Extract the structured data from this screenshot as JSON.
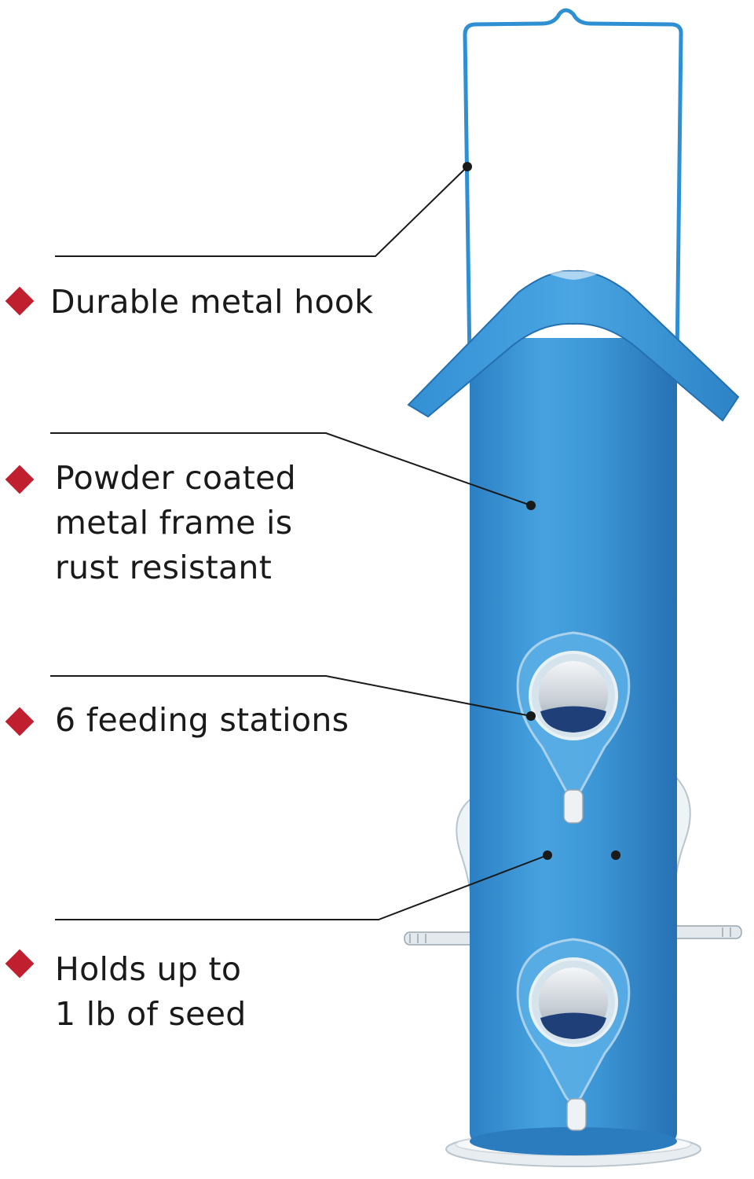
{
  "colors": {
    "feeder_blue": "#3d97d6",
    "feeder_blue_dark": "#2677b8",
    "bullet_red": "#c01f2f",
    "leader_line": "#1a1a1a",
    "text": "#1a1a1a"
  },
  "icons": {
    "bullet": "red-diamond-icon"
  },
  "features": [
    {
      "id": "hook",
      "lines": [
        "Durable metal hook"
      ]
    },
    {
      "id": "frame",
      "lines": [
        "Powder coated",
        "metal frame is",
        "rust resistant"
      ]
    },
    {
      "id": "stations",
      "lines": [
        "6 feeding stations"
      ]
    },
    {
      "id": "capacity",
      "lines": [
        "Holds up to",
        "1 lb of seed"
      ]
    }
  ]
}
